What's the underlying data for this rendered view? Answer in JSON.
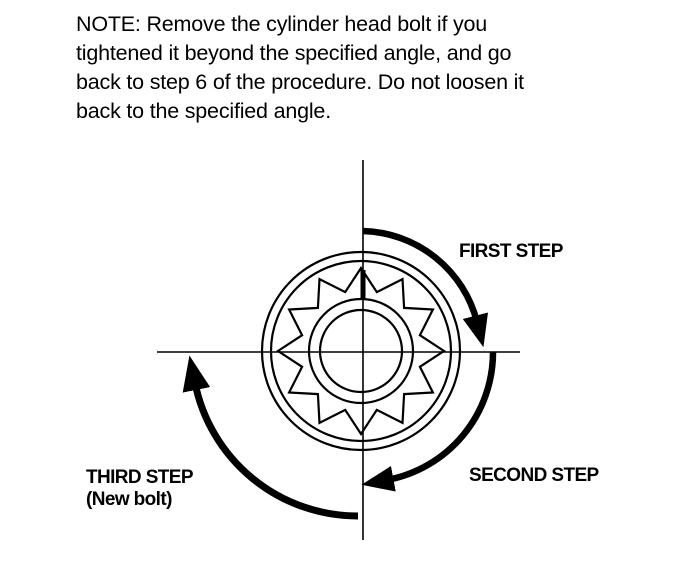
{
  "note": {
    "lines": [
      "NOTE: Remove the cylinder head bolt if you",
      "tightened it beyond the specified angle, and go",
      "back to step 6 of the procedure. Do not loosen it",
      "back to the specified angle."
    ]
  },
  "diagram": {
    "labels": {
      "first_step": "FIRST STEP",
      "second_step": "SECOND STEP",
      "third_step_line1": "THIRD STEP",
      "third_step_line2": "(New bolt)"
    },
    "colors": {
      "ink": "#000000",
      "background": "#ffffff"
    }
  }
}
